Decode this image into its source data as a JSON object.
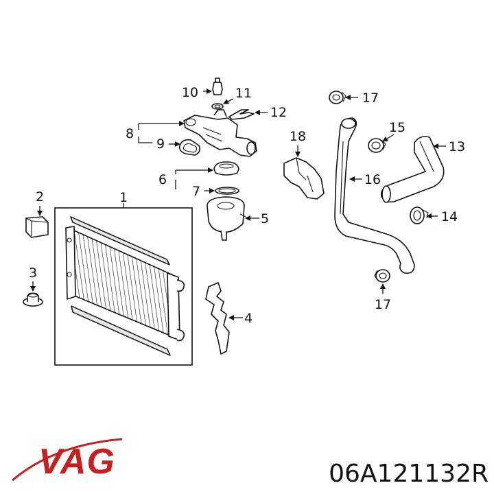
{
  "diagram": {
    "callouts": {
      "c1": "1",
      "c2": "2",
      "c3": "3",
      "c4": "4",
      "c5": "5",
      "c6": "6",
      "c7": "7",
      "c8": "8",
      "c9": "9",
      "c10": "10",
      "c11": "11",
      "c12": "12",
      "c13": "13",
      "c14": "14",
      "c15": "15",
      "c16": "16",
      "c17a": "17",
      "c17b": "17",
      "c18": "18"
    }
  },
  "brand": {
    "logo_text": "VAG",
    "logo_color": "#c61f1f"
  },
  "part_number": "06A121132R"
}
